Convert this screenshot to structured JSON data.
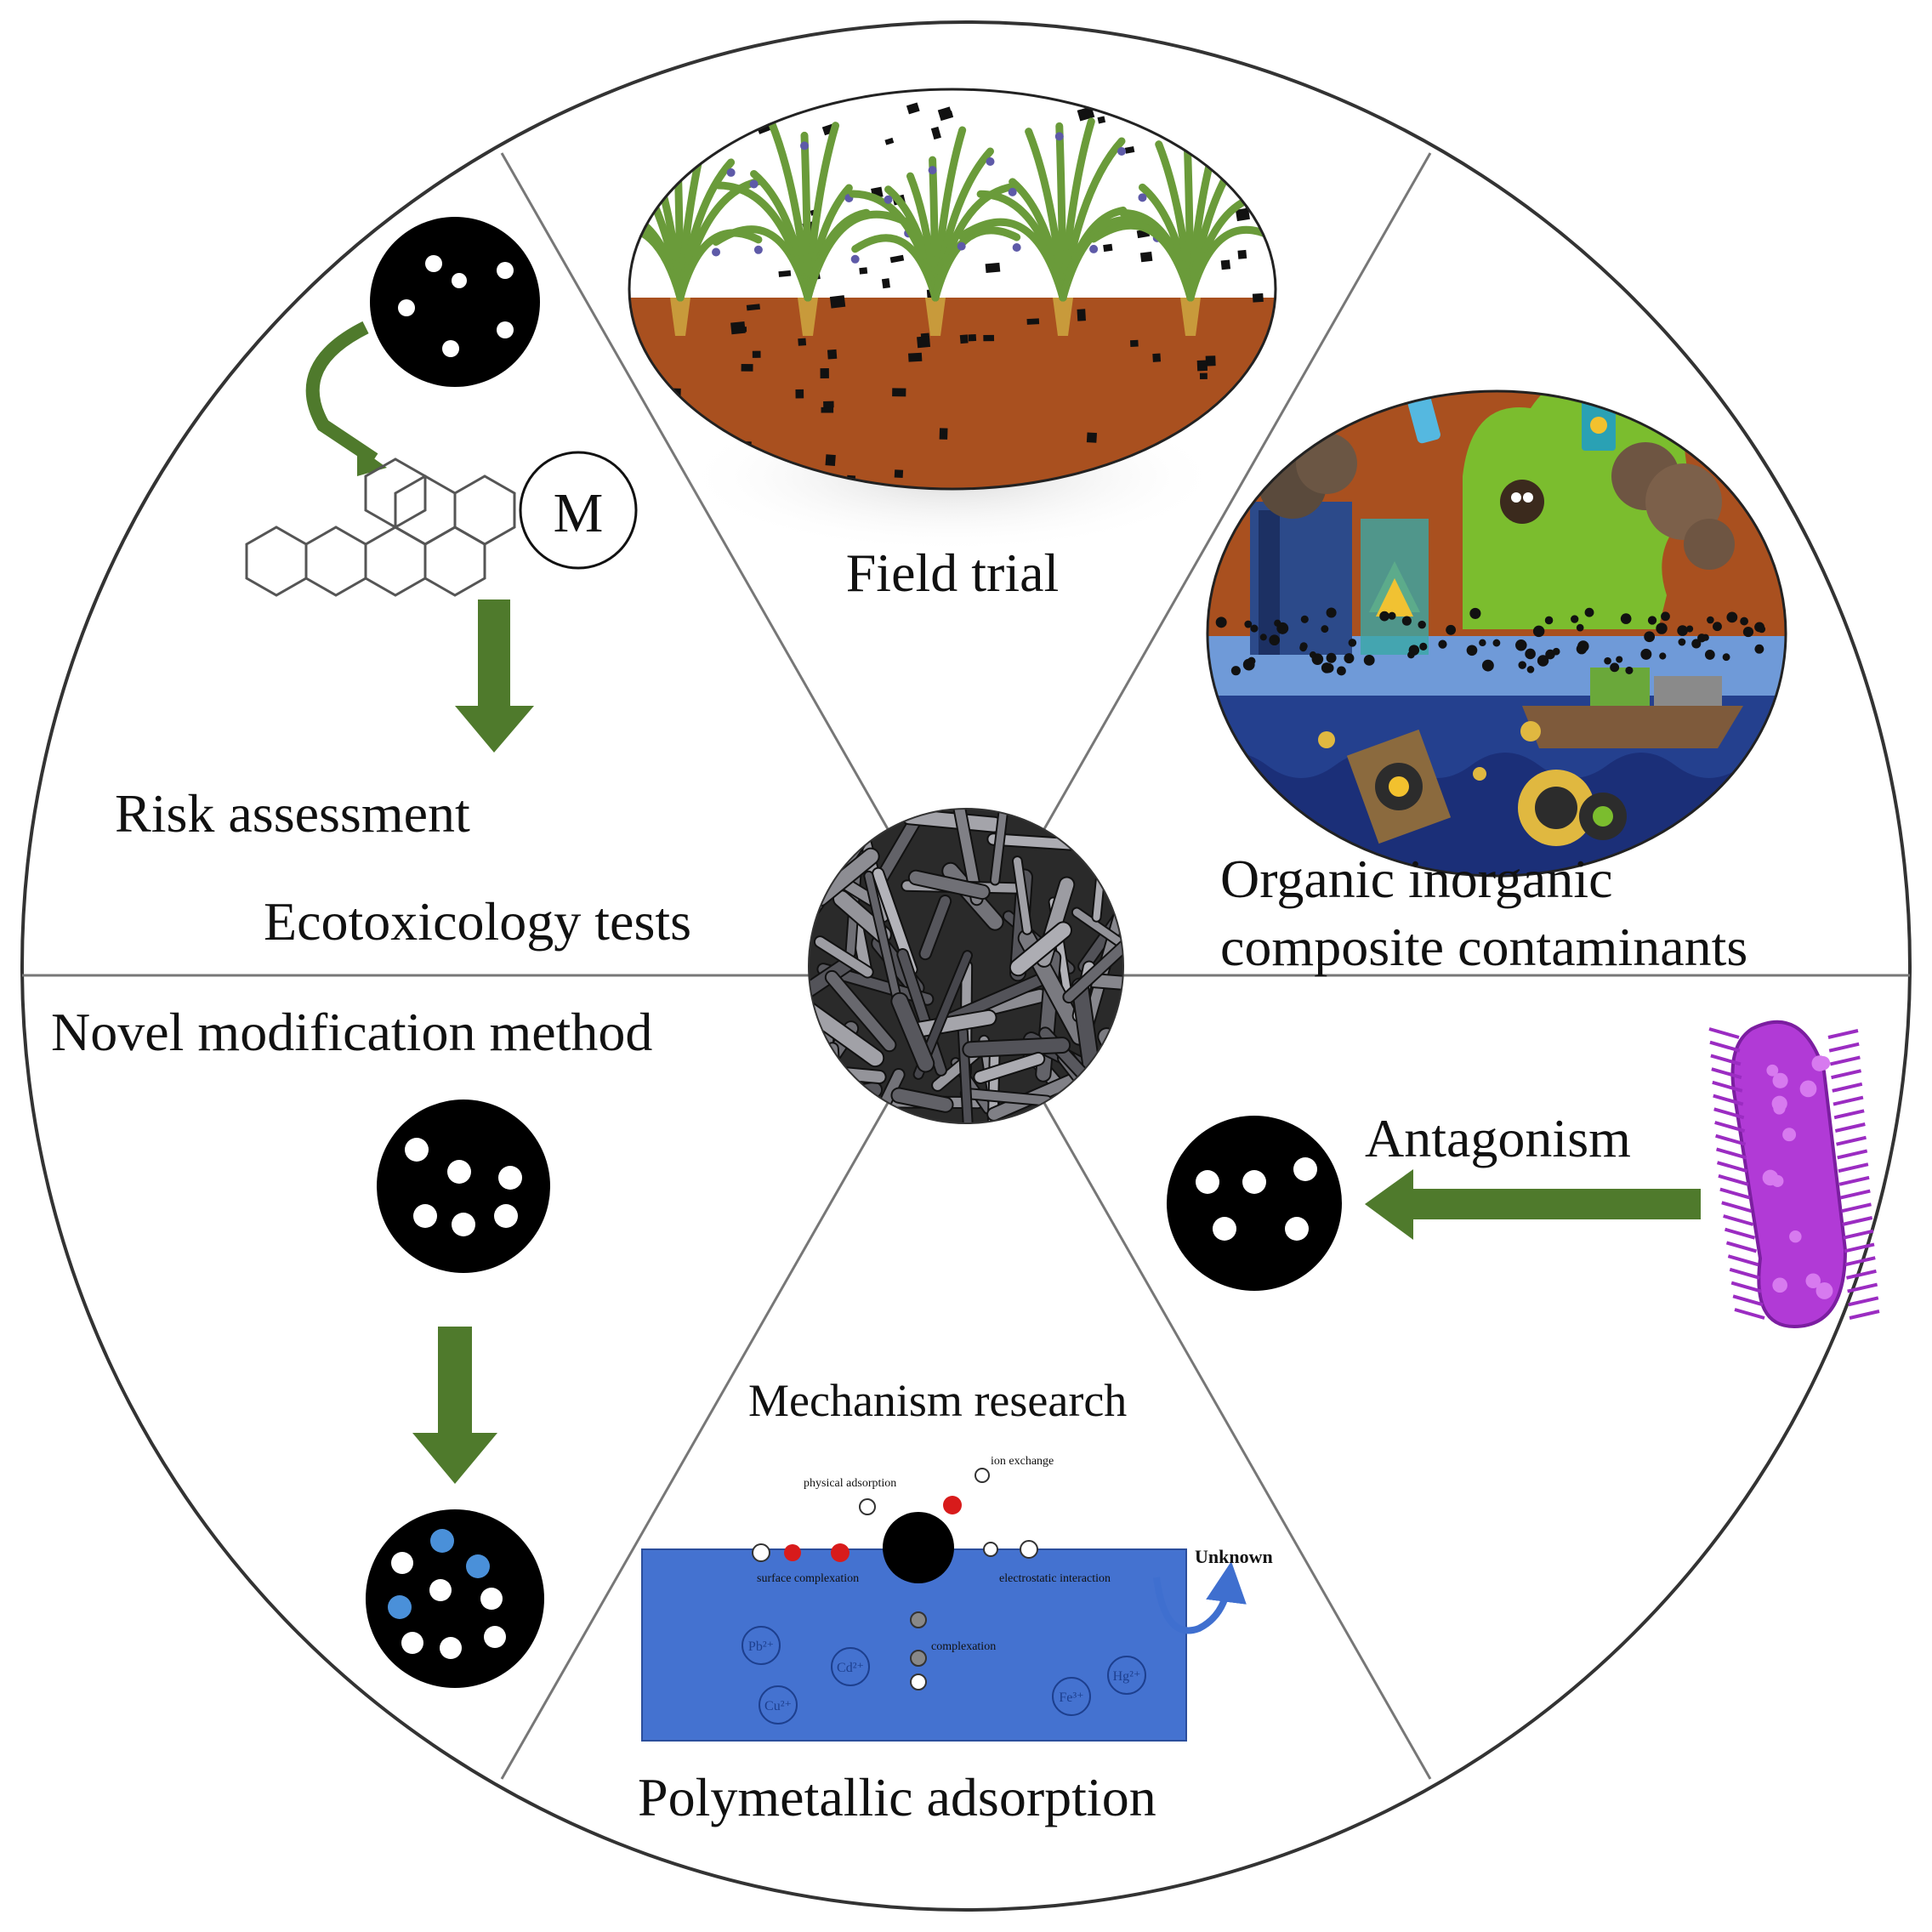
{
  "sections": {
    "field_trial": {
      "label": "Field trial"
    },
    "contaminants": {
      "line1": "Organic inorganic",
      "line2": "composite contaminants"
    },
    "antagonism": {
      "label": "Antagonism"
    },
    "polymetallic": {
      "label": "Polymetallic adsorption"
    },
    "mechanism": {
      "label": "Mechanism research",
      "unknown": "Unknown",
      "notes": [
        "physical adsorption",
        "ion exchange",
        "electrostatic interaction",
        "surface complexation",
        "complexation"
      ],
      "ions": [
        "Pb²⁺",
        "Cd²⁺",
        "Cu²⁺",
        "Fe³⁺",
        "Hg²⁺"
      ]
    },
    "modification": {
      "label": "Novel modification method"
    },
    "ecotox": {
      "label": "Ecotoxicology tests"
    },
    "risk": {
      "label": "Risk assessment",
      "metal_symbol": "M"
    }
  },
  "colors": {
    "arrow_green": "#4f7a2c",
    "soil": "#a9501f",
    "water_blue": "#3f6fcf",
    "bacteria_purple": "#b13ad6",
    "pore_blue": "#4a90d9",
    "divider": "#777777",
    "outline": "#333333"
  }
}
